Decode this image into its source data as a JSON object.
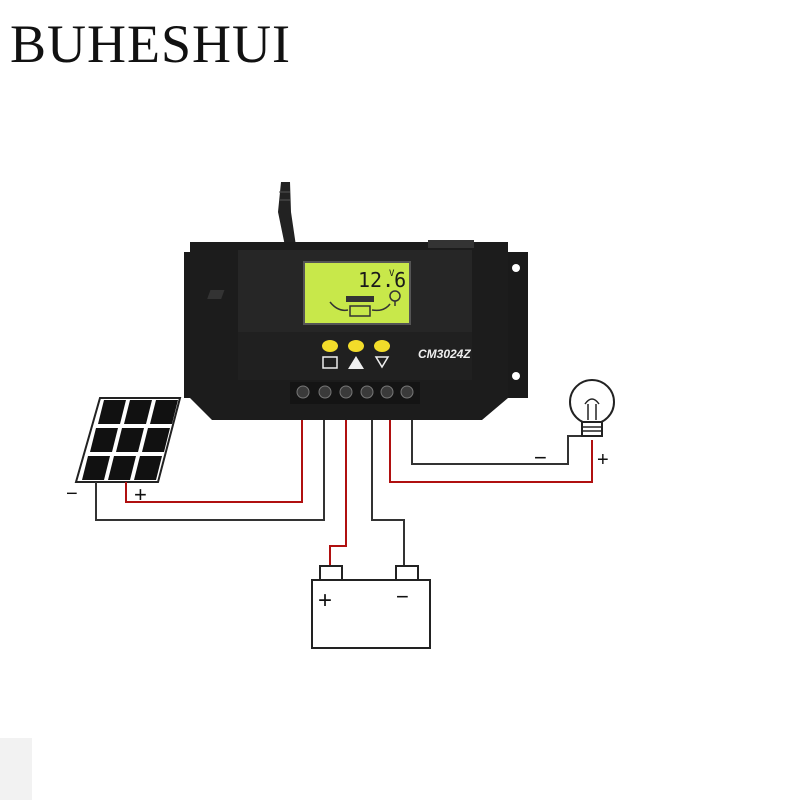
{
  "brand": "BUHESHUI",
  "controller": {
    "display_value": "12.6",
    "display_unit": "V",
    "model": "CM3024Z"
  },
  "labels": {
    "panel_minus": "−",
    "panel_plus": "+",
    "battery_plus": "+",
    "battery_minus": "−",
    "lamp_minus": "−",
    "lamp_plus": "+"
  },
  "colors": {
    "positive_wire": "#b01010",
    "negative_wire": "#333333",
    "controller_body": "#1c1c1c",
    "lcd_background": "#c8e84a"
  }
}
